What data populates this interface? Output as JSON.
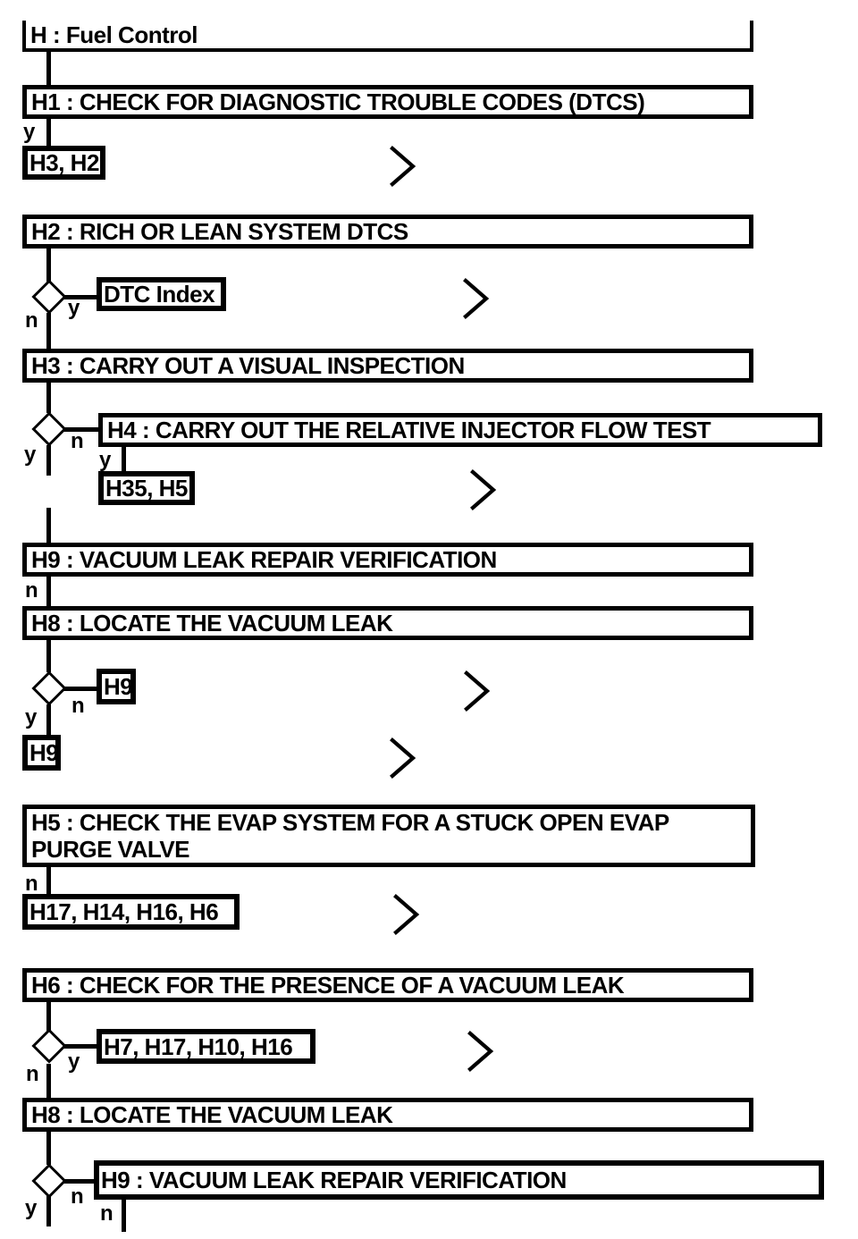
{
  "page": {
    "background": "#ffffff",
    "line_color": "#000000"
  },
  "branch_labels": {
    "yes": "y",
    "no": "n"
  },
  "nodes": {
    "root": {
      "label": "H : Fuel Control"
    },
    "h1": {
      "label": "H1 : CHECK FOR DIAGNOSTIC TROUBLE CODES (DTCS)"
    },
    "h1_yes_refs": {
      "label": "H3, H2"
    },
    "h2": {
      "label": "H2 : RICH OR LEAN SYSTEM DTCS"
    },
    "h2_yes_ref": {
      "label": "DTC Index"
    },
    "h3": {
      "label": "H3 : CARRY OUT A VISUAL INSPECTION"
    },
    "h4": {
      "label": "H4 : CARRY OUT THE RELATIVE INJECTOR FLOW TEST"
    },
    "h4_yes_refs": {
      "label": "H35, H5"
    },
    "h9_verify_1": {
      "label": "H9 : VACUUM LEAK REPAIR VERIFICATION"
    },
    "h8_locate_1": {
      "label": "H8 : LOCATE THE VACUUM LEAK"
    },
    "h8_no_ref": {
      "label": "H9"
    },
    "h8_yes_ref": {
      "label": "H9"
    },
    "h5": {
      "line1": "H5 : CHECK THE EVAP SYSTEM FOR A STUCK OPEN EVAP",
      "line2": "PURGE VALVE"
    },
    "h5_no_refs": {
      "label": "H17, H14, H16, H6"
    },
    "h6": {
      "label": "H6 : CHECK FOR THE PRESENCE OF A VACUUM LEAK"
    },
    "h6_yes_refs": {
      "label": "H7, H17, H10, H16"
    },
    "h8_locate_2": {
      "label": "H8 : LOCATE THE VACUUM LEAK"
    },
    "h9_verify_2": {
      "label": "H9 : VACUUM LEAK REPAIR VERIFICATION"
    }
  }
}
